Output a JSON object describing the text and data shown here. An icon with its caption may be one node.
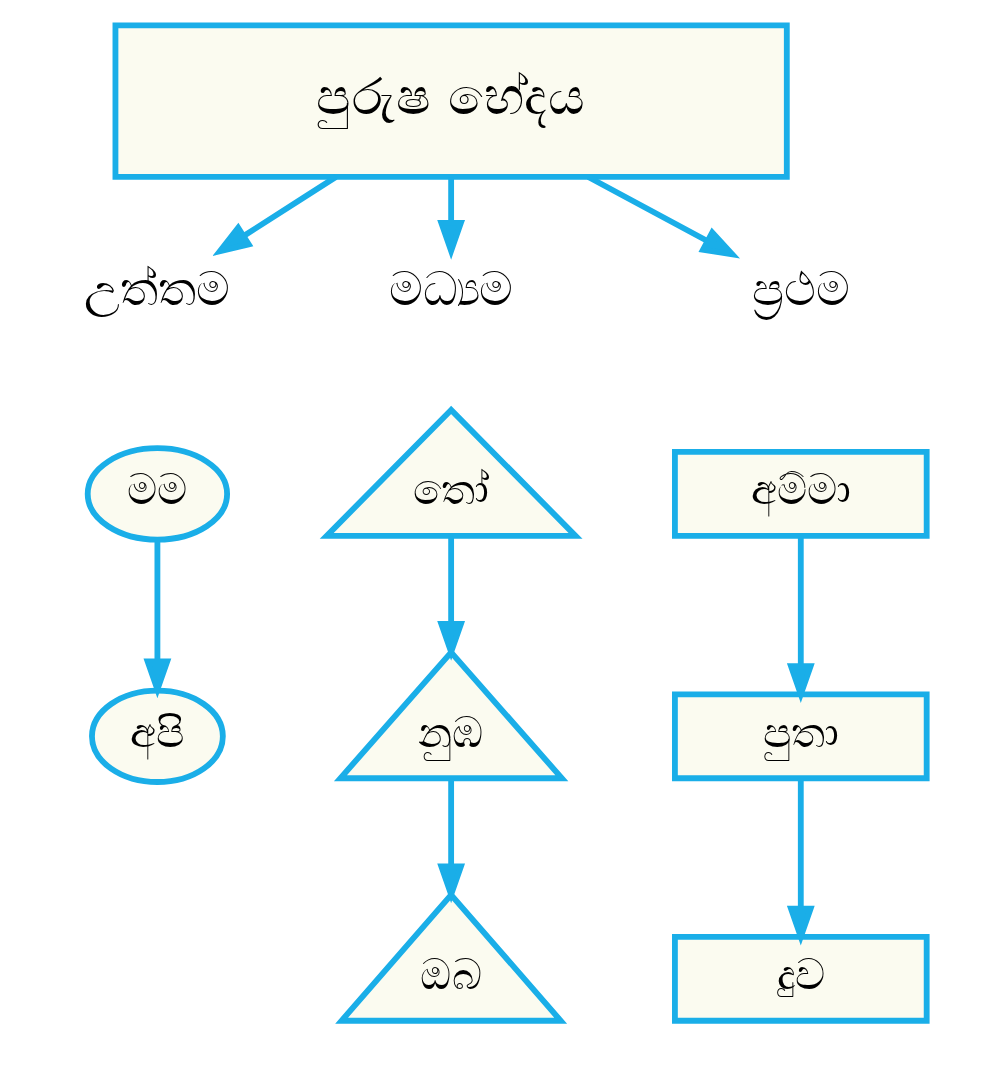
{
  "diagram": {
    "nodes": [
      {
        "text": [
          "පුරුෂ භේදය"
        ]
      },
      {
        "text": [
          "උත්තම"
        ]
      },
      {
        "text": [
          "මධ්‍යම"
        ]
      },
      {
        "text": [
          "ප්‍රථම"
        ]
      },
      {
        "text": [
          "මම"
        ]
      },
      {
        "text": [
          "තෝ"
        ]
      },
      {
        "text": [
          "අම්මා"
        ]
      },
      {
        "text": [
          "අපි"
        ]
      },
      {
        "text": [
          "නුඹ"
        ]
      },
      {
        "text": [
          "පුතා"
        ]
      },
      {
        "text": [
          "ඔබ"
        ]
      },
      {
        "text": [
          "දුව"
        ]
      }
    ],
    "edges": [
      {
        "from": 0,
        "to": 1,
        "arrow": "to"
      },
      {
        "from": 0,
        "to": 2,
        "arrow": "to"
      },
      {
        "from": 0,
        "to": 3,
        "arrow": "to"
      },
      {
        "from": 4,
        "to": 7,
        "arrow": "to"
      },
      {
        "from": 5,
        "to": 8,
        "arrow": "to"
      },
      {
        "from": 8,
        "to": 10,
        "arrow": "to"
      },
      {
        "from": 6,
        "to": 9,
        "arrow": "to"
      },
      {
        "from": 9,
        "to": 11,
        "arrow": "to"
      }
    ]
  }
}
